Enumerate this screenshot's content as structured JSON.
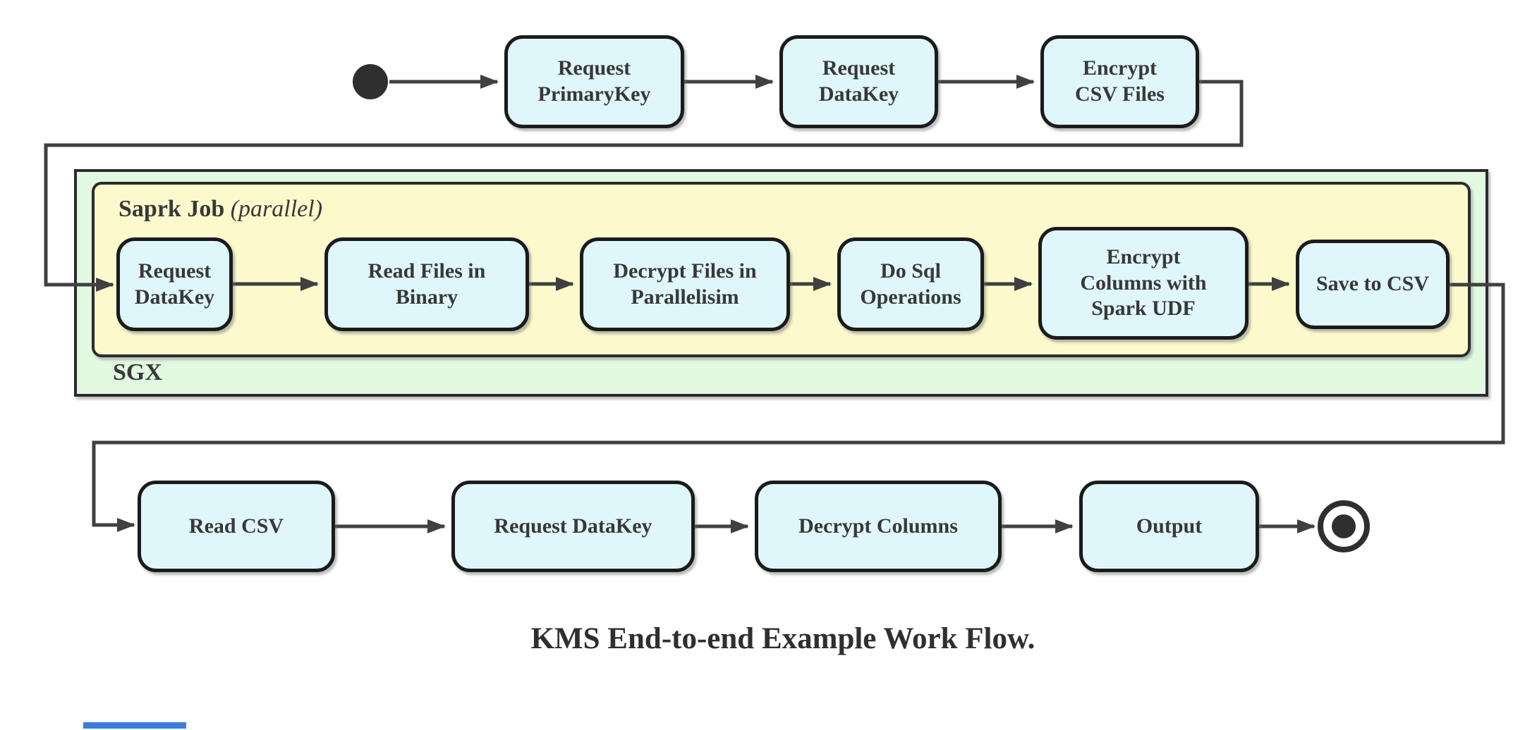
{
  "diagram": {
    "caption": "KMS End-to-end Example Work Flow.",
    "containers": {
      "sgx_label": "SGX",
      "spark_label": "Saprk Job",
      "spark_qualifier": "(parallel)"
    },
    "nodes": {
      "top": [
        "Request\nPrimaryKey",
        "Request\nDataKey",
        "Encrypt\nCSV Files"
      ],
      "spark": [
        "Request\nDataKey",
        "Read Files in\nBinary",
        "Decrypt Files in\nParallelisim",
        "Do Sql\nOperations",
        "Encrypt\nColumns with\nSpark UDF",
        "Save to CSV"
      ],
      "bottom": [
        "Read CSV",
        "Request DataKey",
        "Decrypt Columns",
        "Output"
      ]
    },
    "colors": {
      "node_fill": "#dff6fb",
      "node_border": "#1b1b1b",
      "spark_fill": "#fcf9cc",
      "sgx_fill": "#e1f8e1",
      "container_border": "#2b2b2b",
      "line": "#404040",
      "text": "#383838",
      "terminal": "#2f2f2f",
      "accent_bar": "#3e7cdf"
    }
  }
}
